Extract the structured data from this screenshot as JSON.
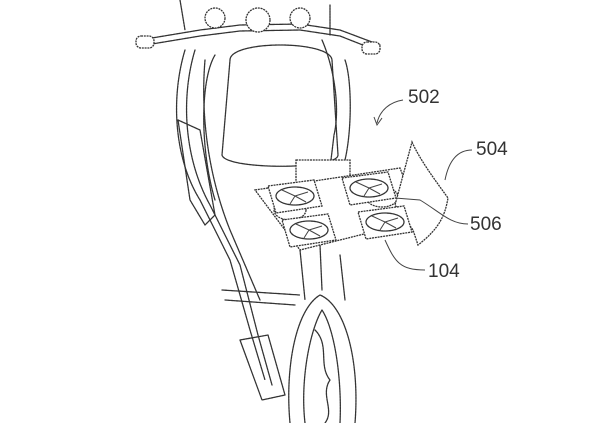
{
  "figure": {
    "labels": {
      "assembly": "502",
      "panel": "504",
      "fan_array": "506",
      "vehicle": "104"
    }
  }
}
